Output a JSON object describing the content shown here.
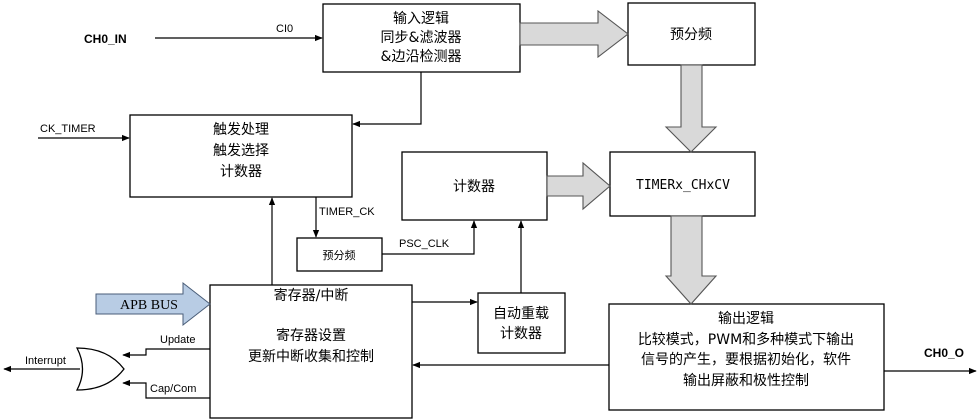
{
  "blocks": {
    "input_logic": [
      "输入逻辑",
      "同步&滤波器",
      "&边沿检测器"
    ],
    "prescaler_top": "预分频",
    "trigger": [
      "触发处理",
      "触发选择",
      "计数器"
    ],
    "counter": "计数器",
    "ccv": "TIMERx_CHxCV",
    "prescaler_small": "预分频",
    "registers_title": "寄存器/中断",
    "registers": [
      "寄存器设置",
      "更新中断收集和控制"
    ],
    "auto_reload": [
      "自动重载",
      "计数器"
    ],
    "output_logic_title": "输出逻辑",
    "output_logic": [
      "比较模式，PWM和多种模式下输出",
      "信号的产生，要根据初始化，软件",
      "输出屏蔽和极性控制"
    ]
  },
  "signals": {
    "ch0_in": "CH0_IN",
    "ci0": "CI0",
    "ck_timer": "CK_TIMER",
    "timer_ck": "TIMER_CK",
    "psc_clk": "PSC_CLK",
    "apb_bus": "APB BUS",
    "update": "Update",
    "cap_com": "Cap/Com",
    "interrupt": "Interrupt",
    "ch0_o": "CH0_O"
  },
  "colors": {
    "apb_fill": "#b8cce4",
    "fat_arrow_fill": "#d9d9d9"
  }
}
